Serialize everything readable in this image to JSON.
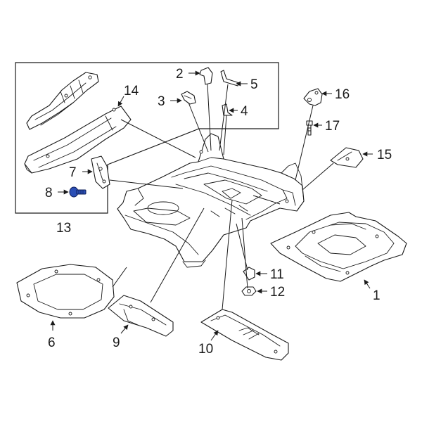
{
  "callouts": {
    "p1": "1",
    "p2": "2",
    "p3": "3",
    "p4": "4",
    "p5": "5",
    "p6": "6",
    "p7": "7",
    "p8": "8",
    "p9": "9",
    "p10": "10",
    "p11": "11",
    "p12": "12",
    "p13": "13",
    "p14": "14",
    "p15": "15",
    "p16": "16",
    "p17": "17"
  },
  "colors": {
    "line": "#1a1a1a",
    "highlight": "#2b4fb5",
    "background": "#ffffff"
  },
  "highlighted_part": "8"
}
